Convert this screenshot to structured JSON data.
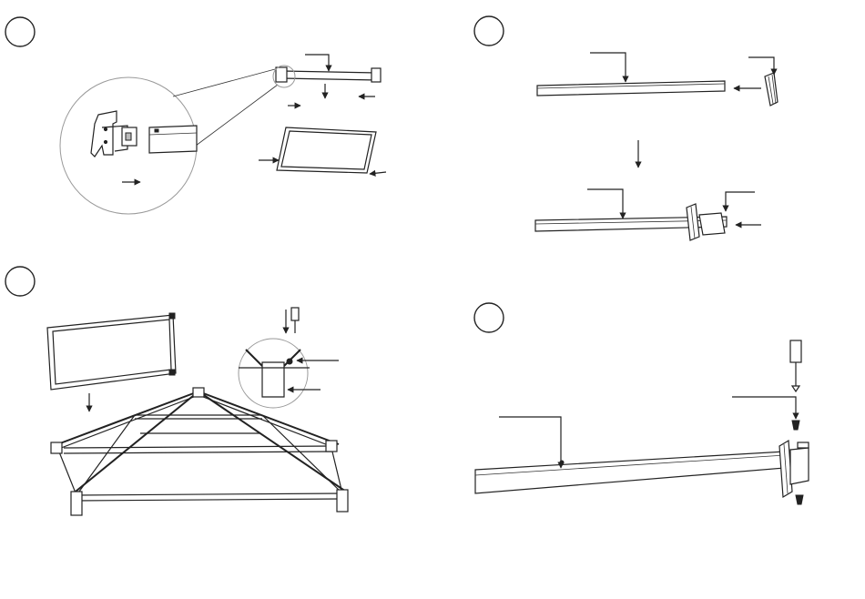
{
  "steps": [
    {
      "id": "step-1",
      "number": ""
    },
    {
      "id": "step-2",
      "number": ""
    },
    {
      "id": "step-3",
      "number": ""
    },
    {
      "id": "step-4",
      "number": ""
    }
  ]
}
